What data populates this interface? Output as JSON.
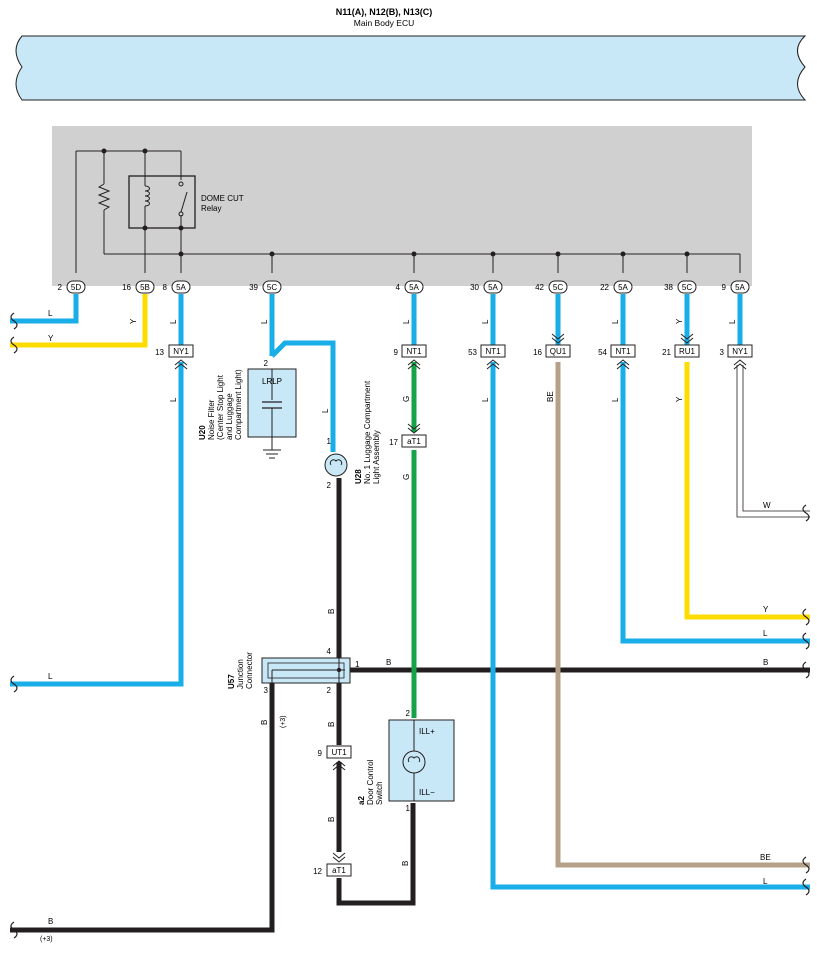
{
  "ecu": {
    "title": "N11(A), N12(B), N13(C)",
    "subtitle": "Main Body ECU",
    "relay_name": "DOME CUT",
    "relay_word": "Relay"
  },
  "colors": {
    "blue": "#19aee8",
    "yellow": "#fedc00",
    "green": "#16a348",
    "black": "#231f20",
    "tan": "#b5a08a",
    "ecu_fill": "#c9e8f7",
    "body_gray": "#d0d0d0",
    "component": "#c9e8f7"
  },
  "pins": [
    {
      "num": "2",
      "conn": "5D"
    },
    {
      "num": "16",
      "conn": "5B"
    },
    {
      "num": "8",
      "conn": "5A"
    },
    {
      "num": "39",
      "conn": "5C"
    },
    {
      "num": "4",
      "conn": "5A"
    },
    {
      "num": "30",
      "conn": "5A"
    },
    {
      "num": "42",
      "conn": "5C"
    },
    {
      "num": "22",
      "conn": "5A"
    },
    {
      "num": "38",
      "conn": "5C"
    },
    {
      "num": "9",
      "conn": "5A"
    }
  ],
  "connectors": [
    {
      "num": "13",
      "code": "NY1"
    },
    {
      "num": "9",
      "code": "NT1"
    },
    {
      "num": "53",
      "code": "NT1"
    },
    {
      "num": "16",
      "code": "QU1"
    },
    {
      "num": "54",
      "code": "NT1"
    },
    {
      "num": "21",
      "code": "RU1"
    },
    {
      "num": "3",
      "code": "NY1"
    },
    {
      "num": "17",
      "code": "aT1"
    },
    {
      "num": "9",
      "code": "UT1"
    },
    {
      "num": "12",
      "code": "aT1"
    }
  ],
  "wire_labels": {
    "L": "L",
    "Y": "Y",
    "G": "G",
    "B": "B",
    "BE": "BE",
    "W": "W",
    "plus3": "(+3)"
  },
  "components": {
    "u20": {
      "id": "U20",
      "box_label": "LRLP",
      "name_lines": [
        "Noise Filter",
        "(Center Stop Light",
        "and Luggage",
        "Compartment Light)"
      ],
      "pin": "2"
    },
    "u28": {
      "id": "U28",
      "name_lines": [
        "No. 1 Luggage Compartment",
        "Light Assembly"
      ],
      "pin_top": "1",
      "pin_bottom": "2"
    },
    "u57": {
      "id": "U57",
      "name_lines": [
        "Junction",
        "Connector"
      ],
      "pin_4": "4",
      "pin_1": "1",
      "pin_3": "3",
      "pin_2": "2"
    },
    "a2": {
      "id": "a2",
      "name_lines": [
        "Door Control",
        "Switch"
      ],
      "ill_plus": "ILL+",
      "ill_minus": "ILL−",
      "pin_top": "2",
      "pin_bottom": "1"
    }
  }
}
